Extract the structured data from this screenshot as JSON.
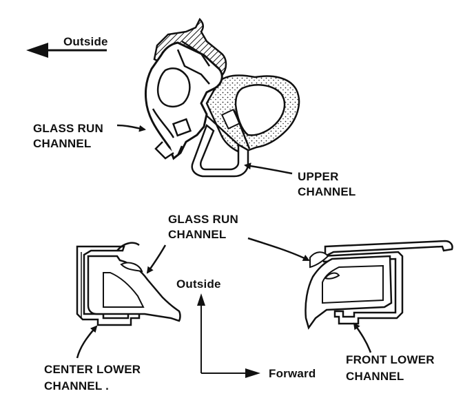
{
  "labels": {
    "outside_top": "Outside",
    "glass_run_top_line1": "GLASS RUN",
    "glass_run_top_line2": "CHANNEL",
    "upper_channel_line1": "UPPER",
    "upper_channel_line2": "CHANNEL",
    "glass_run_mid_line1": "GLASS RUN",
    "glass_run_mid_line2": "CHANNEL",
    "outside_mid": "Outside",
    "forward": "Forward",
    "center_lower_line1": "CENTER LOWER",
    "center_lower_line2": "CHANNEL .",
    "front_lower_line1": "FRONT LOWER",
    "front_lower_line2": "CHANNEL"
  }
}
